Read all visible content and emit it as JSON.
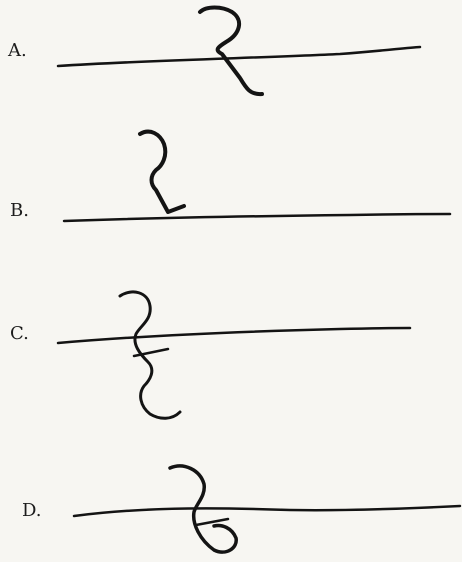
{
  "options": [
    {
      "label": "A."
    },
    {
      "label": "B."
    },
    {
      "label": "C."
    },
    {
      "label": "D."
    }
  ]
}
